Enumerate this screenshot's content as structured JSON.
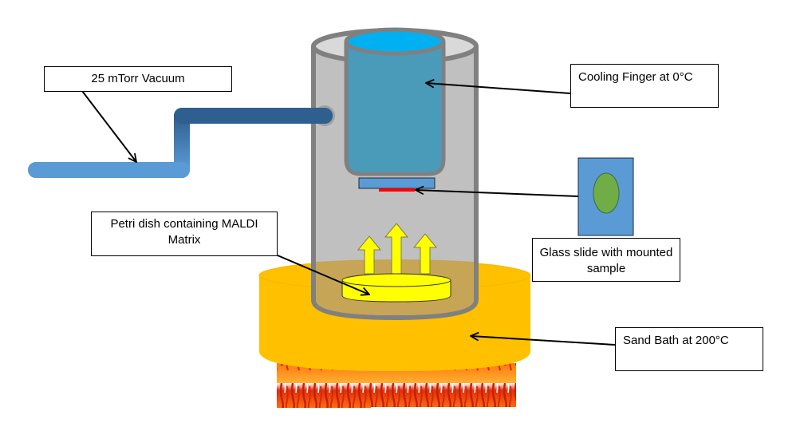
{
  "title": "Sublimation apparatus for MALDI matrix deposition",
  "labels": {
    "vacuum": "25 mTorr Vacuum",
    "cooling_finger": "Cooling Finger at 0°C",
    "glass_slide": "Glass slide with mounted sample",
    "petri_dish": "Petri dish containing MALDI Matrix",
    "sand_bath": "Sand Bath at 200°C"
  },
  "colors": {
    "chamber_fill": "#c0c0c0",
    "chamber_stroke": "#808080",
    "cooling_finger": "#4a9aba",
    "cooling_top": "#00b0f0",
    "vacuum_tube_dark": "#2e5f8e",
    "vacuum_tube_light": "#5b9bd5",
    "slide_blue": "#5b9bd5",
    "sample_green": "#70ad47",
    "sample_red": "#ff0000",
    "sand_bath": "#ffc000",
    "matrix_yellow": "#ffff00"
  }
}
